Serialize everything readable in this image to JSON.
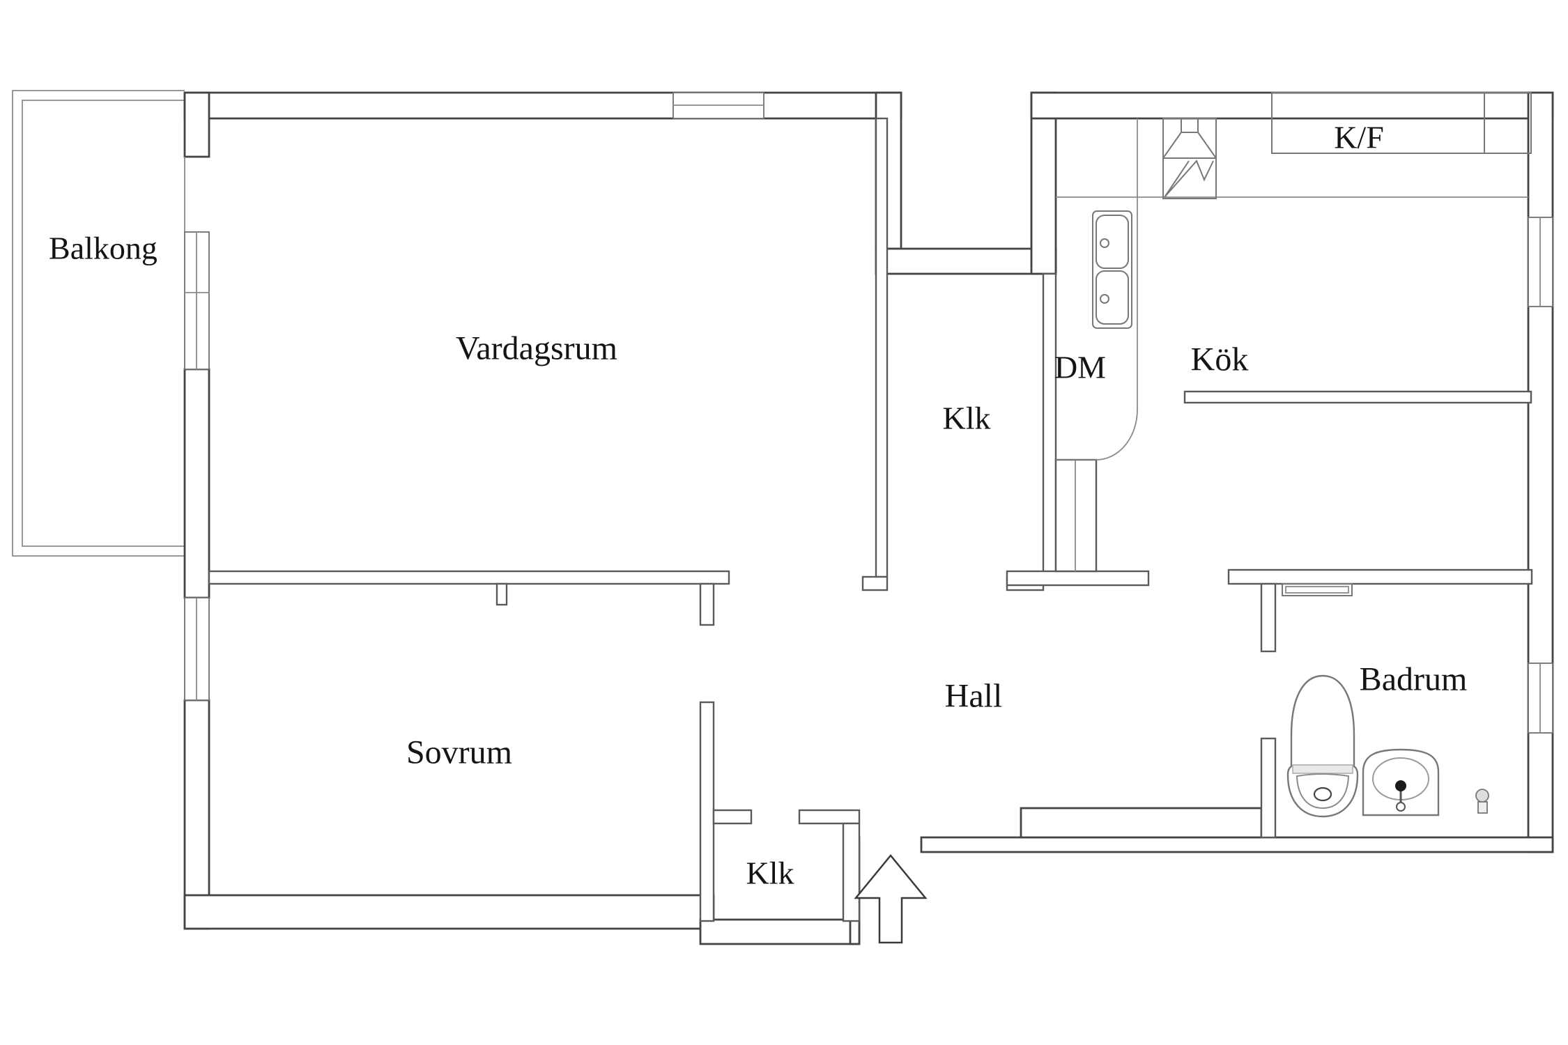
{
  "title": "Apartment floor plan",
  "colors": {
    "background": "#ffffff",
    "wall_dark": "#444444",
    "wall_light": "#8a8a8a",
    "label_text": "#141414"
  },
  "labels": [
    {
      "id": "balkong",
      "text": "Balkong"
    },
    {
      "id": "vardagsrum",
      "text": "Vardagsrum"
    },
    {
      "id": "sovrum",
      "text": "Sovrum"
    },
    {
      "id": "hall",
      "text": "Hall"
    },
    {
      "id": "kok",
      "text": "Kök"
    },
    {
      "id": "dm",
      "text": "DM"
    },
    {
      "id": "kf",
      "text": "K/F"
    },
    {
      "id": "badrum",
      "text": "Badrum"
    },
    {
      "id": "klk_upper",
      "text": "Klk"
    },
    {
      "id": "klk_lower",
      "text": "Klk"
    }
  ],
  "fixtures": [
    {
      "name": "balcony-outline"
    },
    {
      "name": "double-sink"
    },
    {
      "name": "stove-with-hood"
    },
    {
      "name": "fridge-freezer-cabinet"
    },
    {
      "name": "kitchen-counter"
    },
    {
      "name": "bathroom-shelf"
    },
    {
      "name": "toilet"
    },
    {
      "name": "washbasin"
    },
    {
      "name": "floor-tap"
    },
    {
      "name": "entry-arrow"
    }
  ]
}
